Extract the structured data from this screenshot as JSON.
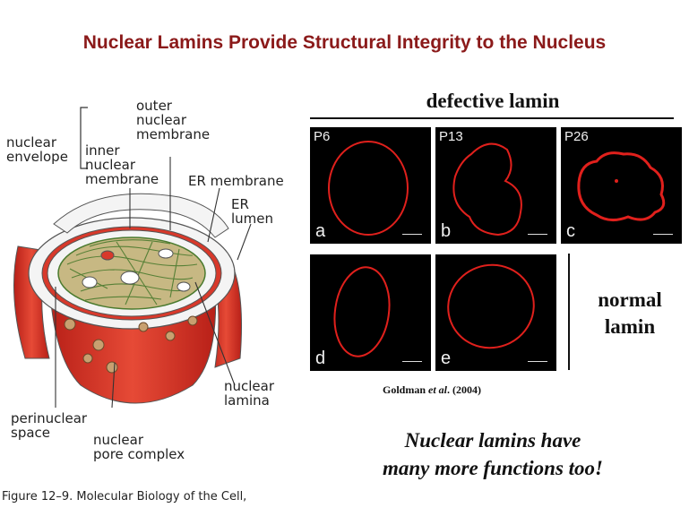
{
  "title": "Nuclear Lamins Provide Structural Integrity to the Nucleus",
  "diagram": {
    "labels": {
      "outer_nuclear_membrane": "outer\nnuclear\nmembrane",
      "nuclear_envelope": "nuclear\nenvelope",
      "inner_nuclear_membrane": "inner\nnuclear\nmembrane",
      "er_membrane": "ER membrane",
      "er_lumen": "ER\nlumen",
      "nuclear_lamina": "nuclear\nlamina",
      "perinuclear_space": "perinuclear\nspace",
      "nuclear_pore_complex": "nuclear\npore complex"
    },
    "caption": "Figure 12–9. Molecular Biology of the Cell,",
    "colors": {
      "membrane_red": "#d8392b",
      "lamina_green": "#4a7a2e",
      "pore_tan": "#c8a070"
    }
  },
  "micrographs": {
    "heading": "defective lamin",
    "panels": [
      {
        "id": "a",
        "passage": "P6",
        "letter": "a",
        "group": "defective"
      },
      {
        "id": "b",
        "passage": "P13",
        "letter": "b",
        "group": "defective"
      },
      {
        "id": "c",
        "passage": "P26",
        "letter": "c",
        "group": "defective"
      },
      {
        "id": "d",
        "passage": "",
        "letter": "d",
        "group": "normal"
      },
      {
        "id": "e",
        "passage": "",
        "letter": "e",
        "group": "normal"
      }
    ],
    "normal_label": "normal\nlamin",
    "citation_author": "Goldman ",
    "citation_etal": "et al",
    "citation_year": ". (2004)",
    "colors": {
      "background": "#000000",
      "nuclear_rim": "#e0201c"
    }
  },
  "note": "Nuclear lamins have\nmany more functions too!"
}
